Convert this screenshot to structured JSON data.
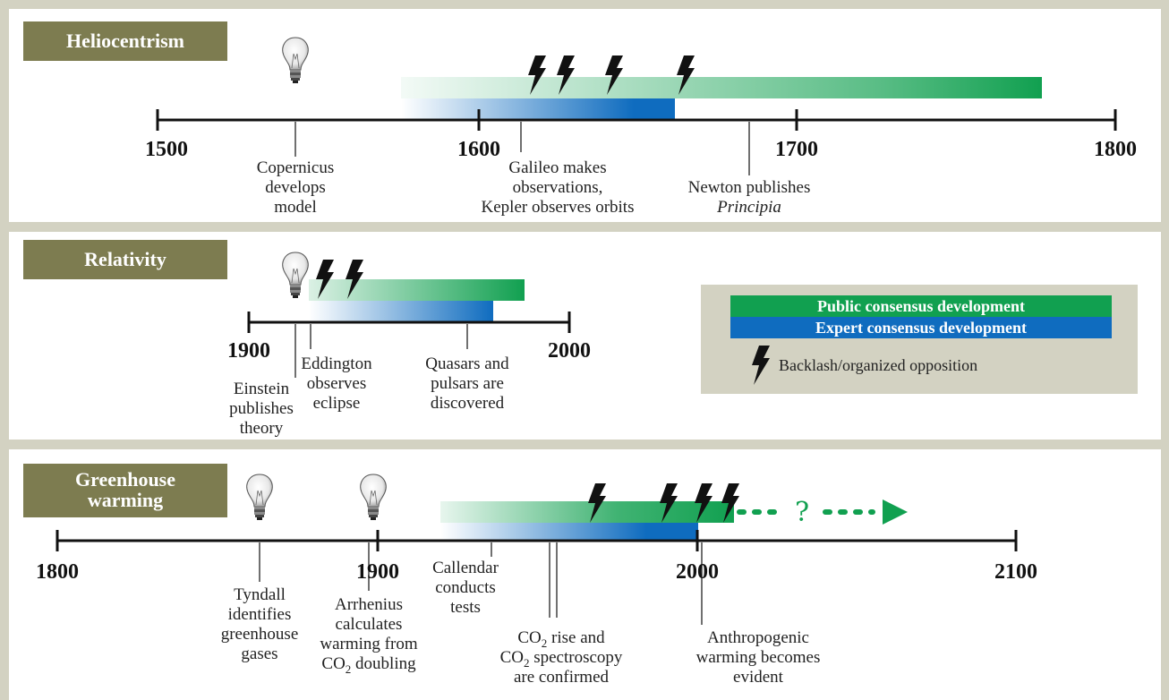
{
  "panels": {
    "heliocentrism": {
      "title": "Heliocentrism",
      "years": [
        "1500",
        "1600",
        "1700",
        "1800"
      ],
      "events": {
        "copernicus": [
          "Copernicus",
          "develops",
          "model"
        ],
        "galileo": [
          "Galileo makes",
          "observations,",
          "Kepler observes orbits"
        ],
        "newton": [
          "Newton publishes",
          "Principia"
        ]
      }
    },
    "relativity": {
      "title": "Relativity",
      "years": [
        "1900",
        "2000"
      ],
      "events": {
        "einstein": [
          "Einstein",
          "publishes",
          "theory"
        ],
        "eddington": [
          "Eddington",
          "observes",
          "eclipse"
        ],
        "quasars": [
          "Quasars and",
          "pulsars are",
          "discovered"
        ]
      }
    },
    "greenhouse": {
      "title_lines": [
        "Greenhouse",
        "warming"
      ],
      "years": [
        "1800",
        "1900",
        "2000",
        "2100"
      ],
      "question_mark": "?",
      "events": {
        "tyndall": [
          "Tyndall",
          "identifies",
          "greenhouse",
          "gases"
        ],
        "arrhenius_1": "Arrhenius",
        "arrhenius_2": "calculates",
        "arrhenius_3": "warming from",
        "arrhenius_4a": "CO",
        "arrhenius_4sub": "2",
        "arrhenius_4b": " doubling",
        "callendar": [
          "Callendar",
          "conducts",
          "tests"
        ],
        "co2_1a": "CO",
        "co2_1sub": "2",
        "co2_1b": " rise and",
        "co2_2a": "CO",
        "co2_2sub": "2",
        "co2_2b": " spectroscopy",
        "co2_3": "are confirmed",
        "anthro": [
          "Anthropogenic",
          "warming becomes",
          "evident"
        ]
      }
    }
  },
  "legend": {
    "public": "Public consensus development",
    "expert": "Expert consensus development",
    "backlash": "Backlash/organized opposition"
  },
  "colors": {
    "panel_header": "#7d7c50",
    "public_green": "#11a050",
    "expert_blue": "#0f6cbf",
    "background": "#d3d2c2"
  }
}
